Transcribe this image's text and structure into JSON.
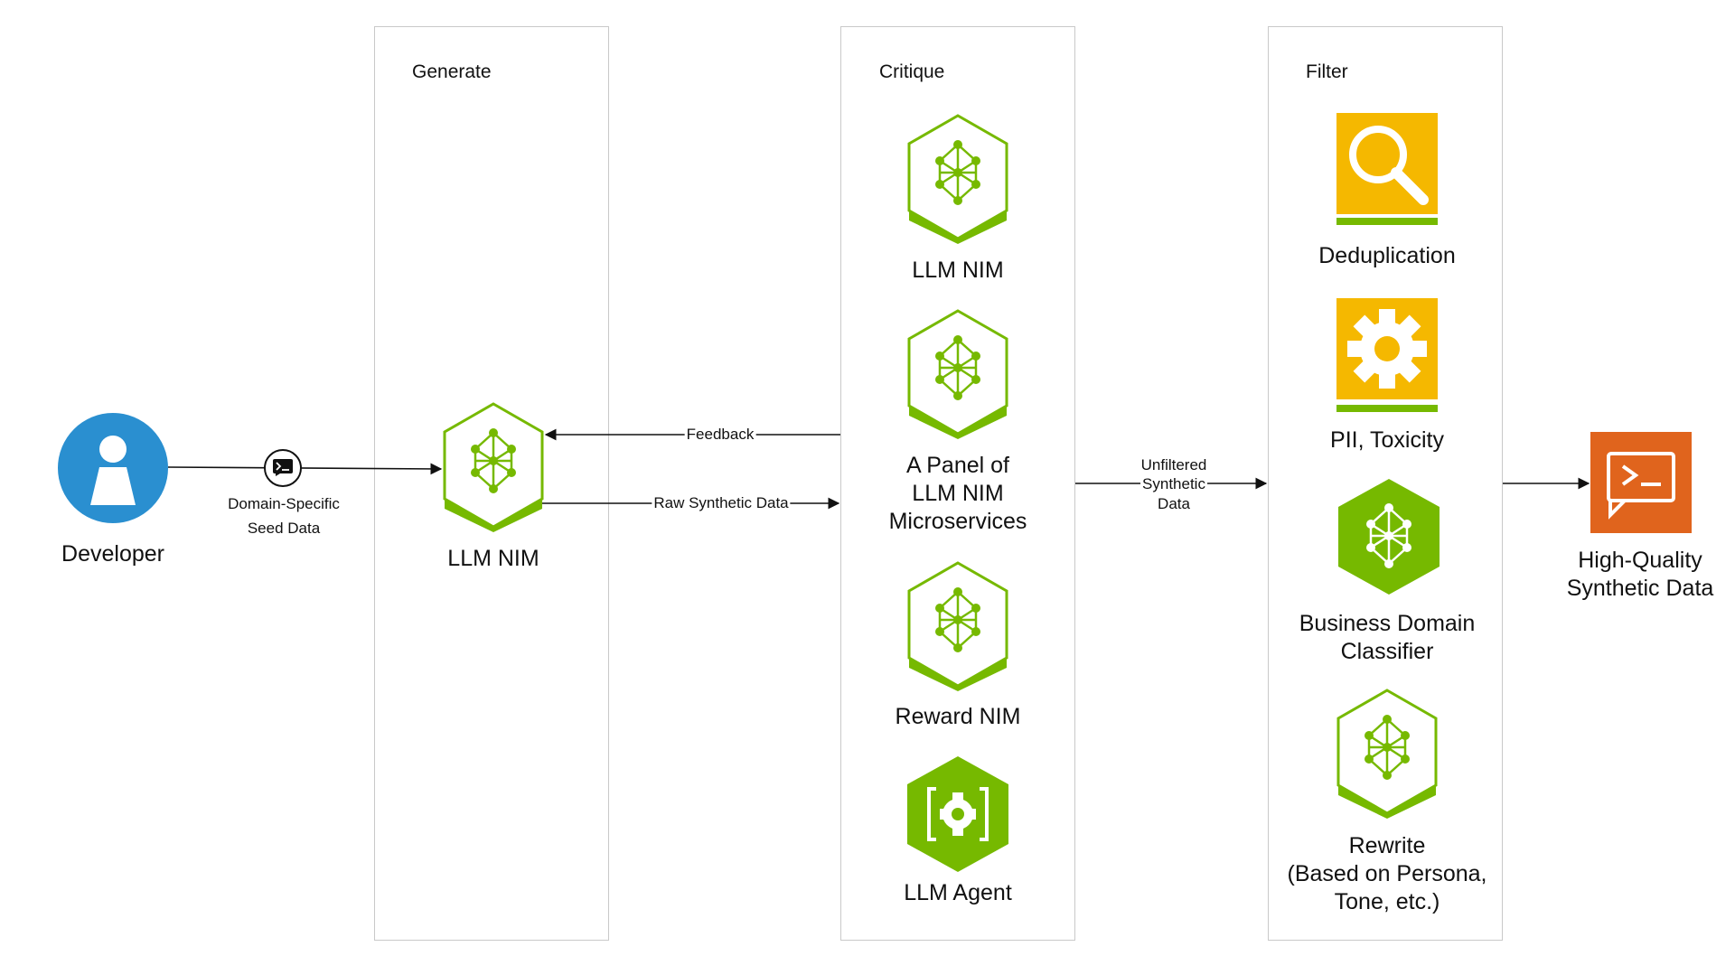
{
  "panels": {
    "generate": "Generate",
    "critique": "Critique",
    "filter": "Filter"
  },
  "developer": {
    "label": "Developer",
    "icon": "user-icon",
    "color": "#2a8fd0"
  },
  "seed": {
    "label_line1": "Domain-Specific",
    "label_line2": "Seed Data",
    "icon": "terminal-icon"
  },
  "generate": {
    "llm_nim": "LLM NIM"
  },
  "arrows": {
    "feedback": "Feedback",
    "raw_synthetic": "Raw Synthetic Data",
    "unfiltered_line1": "Unfiltered",
    "unfiltered_line2": "Synthetic",
    "unfiltered_line3": "Data"
  },
  "critique": {
    "llm_nim": "LLM NIM",
    "panel_line1": "A Panel of",
    "panel_line2": "LLM NIM",
    "panel_line3": "Microservices",
    "reward": "Reward NIM",
    "agent": "LLM Agent"
  },
  "filter": {
    "dedup": "Deduplication",
    "pii": "PII, Toxicity",
    "classifier_line1": "Business Domain",
    "classifier_line2": "Classifier",
    "rewrite_line1": "Rewrite",
    "rewrite_line2": "(Based on Persona,",
    "rewrite_line3": "Tone, etc.)"
  },
  "output": {
    "label_line1": "High-Quality",
    "label_line2": "Synthetic Data",
    "icon": "terminal-icon"
  },
  "colors": {
    "green": "#76b900",
    "yellow": "#f5b800",
    "orange": "#e0641d",
    "blue": "#2a8fd0"
  }
}
